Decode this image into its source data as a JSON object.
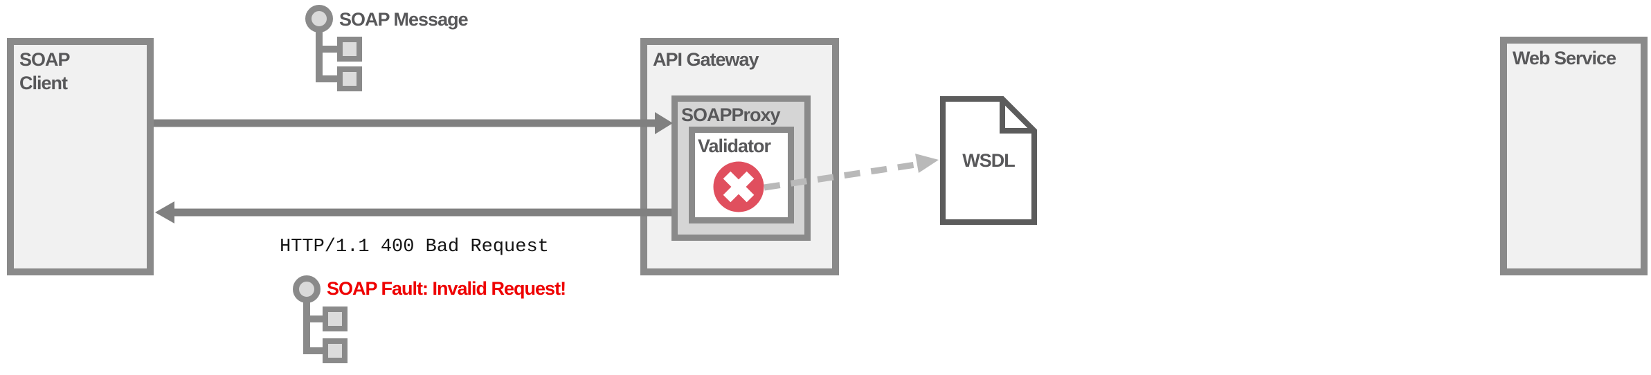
{
  "diagram_title": "SOAP request validation failure at API Gateway",
  "nodes": {
    "soap_client": {
      "label": "SOAP\nClient"
    },
    "api_gateway": {
      "label": "API Gateway"
    },
    "soap_proxy": {
      "label": "SOAPProxy"
    },
    "validator": {
      "label": "Validator"
    },
    "wsdl": {
      "label": "WSDL"
    },
    "web_service": {
      "label": "Web Service"
    }
  },
  "annotations": {
    "soap_message": {
      "label": "SOAP Message"
    },
    "http_response": {
      "text": "HTTP/1.1 400 Bad Request"
    },
    "soap_fault": {
      "label": "SOAP Fault: Invalid Request!"
    }
  },
  "flows": [
    {
      "name": "request",
      "from": "SOAP Client",
      "to": "SOAPProxy",
      "style": "solid",
      "direction": "right"
    },
    {
      "name": "response",
      "from": "SOAPProxy",
      "to": "SOAP Client",
      "style": "solid",
      "direction": "left",
      "label": "HTTP/1.1 400 Bad Request"
    },
    {
      "name": "wsdl-lookup",
      "from": "Validator",
      "to": "WSDL",
      "style": "dashed",
      "direction": "right"
    }
  ],
  "icons": {
    "error": "error-x-icon",
    "soap_message_tree": "soap-message-tree-icon",
    "soap_fault_tree": "soap-fault-tree-icon",
    "wsdl_document": "wsdl-document-icon"
  },
  "colors": {
    "box_fill": "#f1f1f1",
    "proxy_fill": "#d5d5d5",
    "box_border": "#8a8a8a",
    "label_text": "#58585a",
    "arrow_gray": "#808080",
    "dashed_arrow_gray": "#b9b9b9",
    "document_border": "#5c5c5c",
    "error_circle_red": "#e04f5e",
    "fault_text_red": "#ee0000",
    "icon_fill": "#d9d9d9"
  }
}
